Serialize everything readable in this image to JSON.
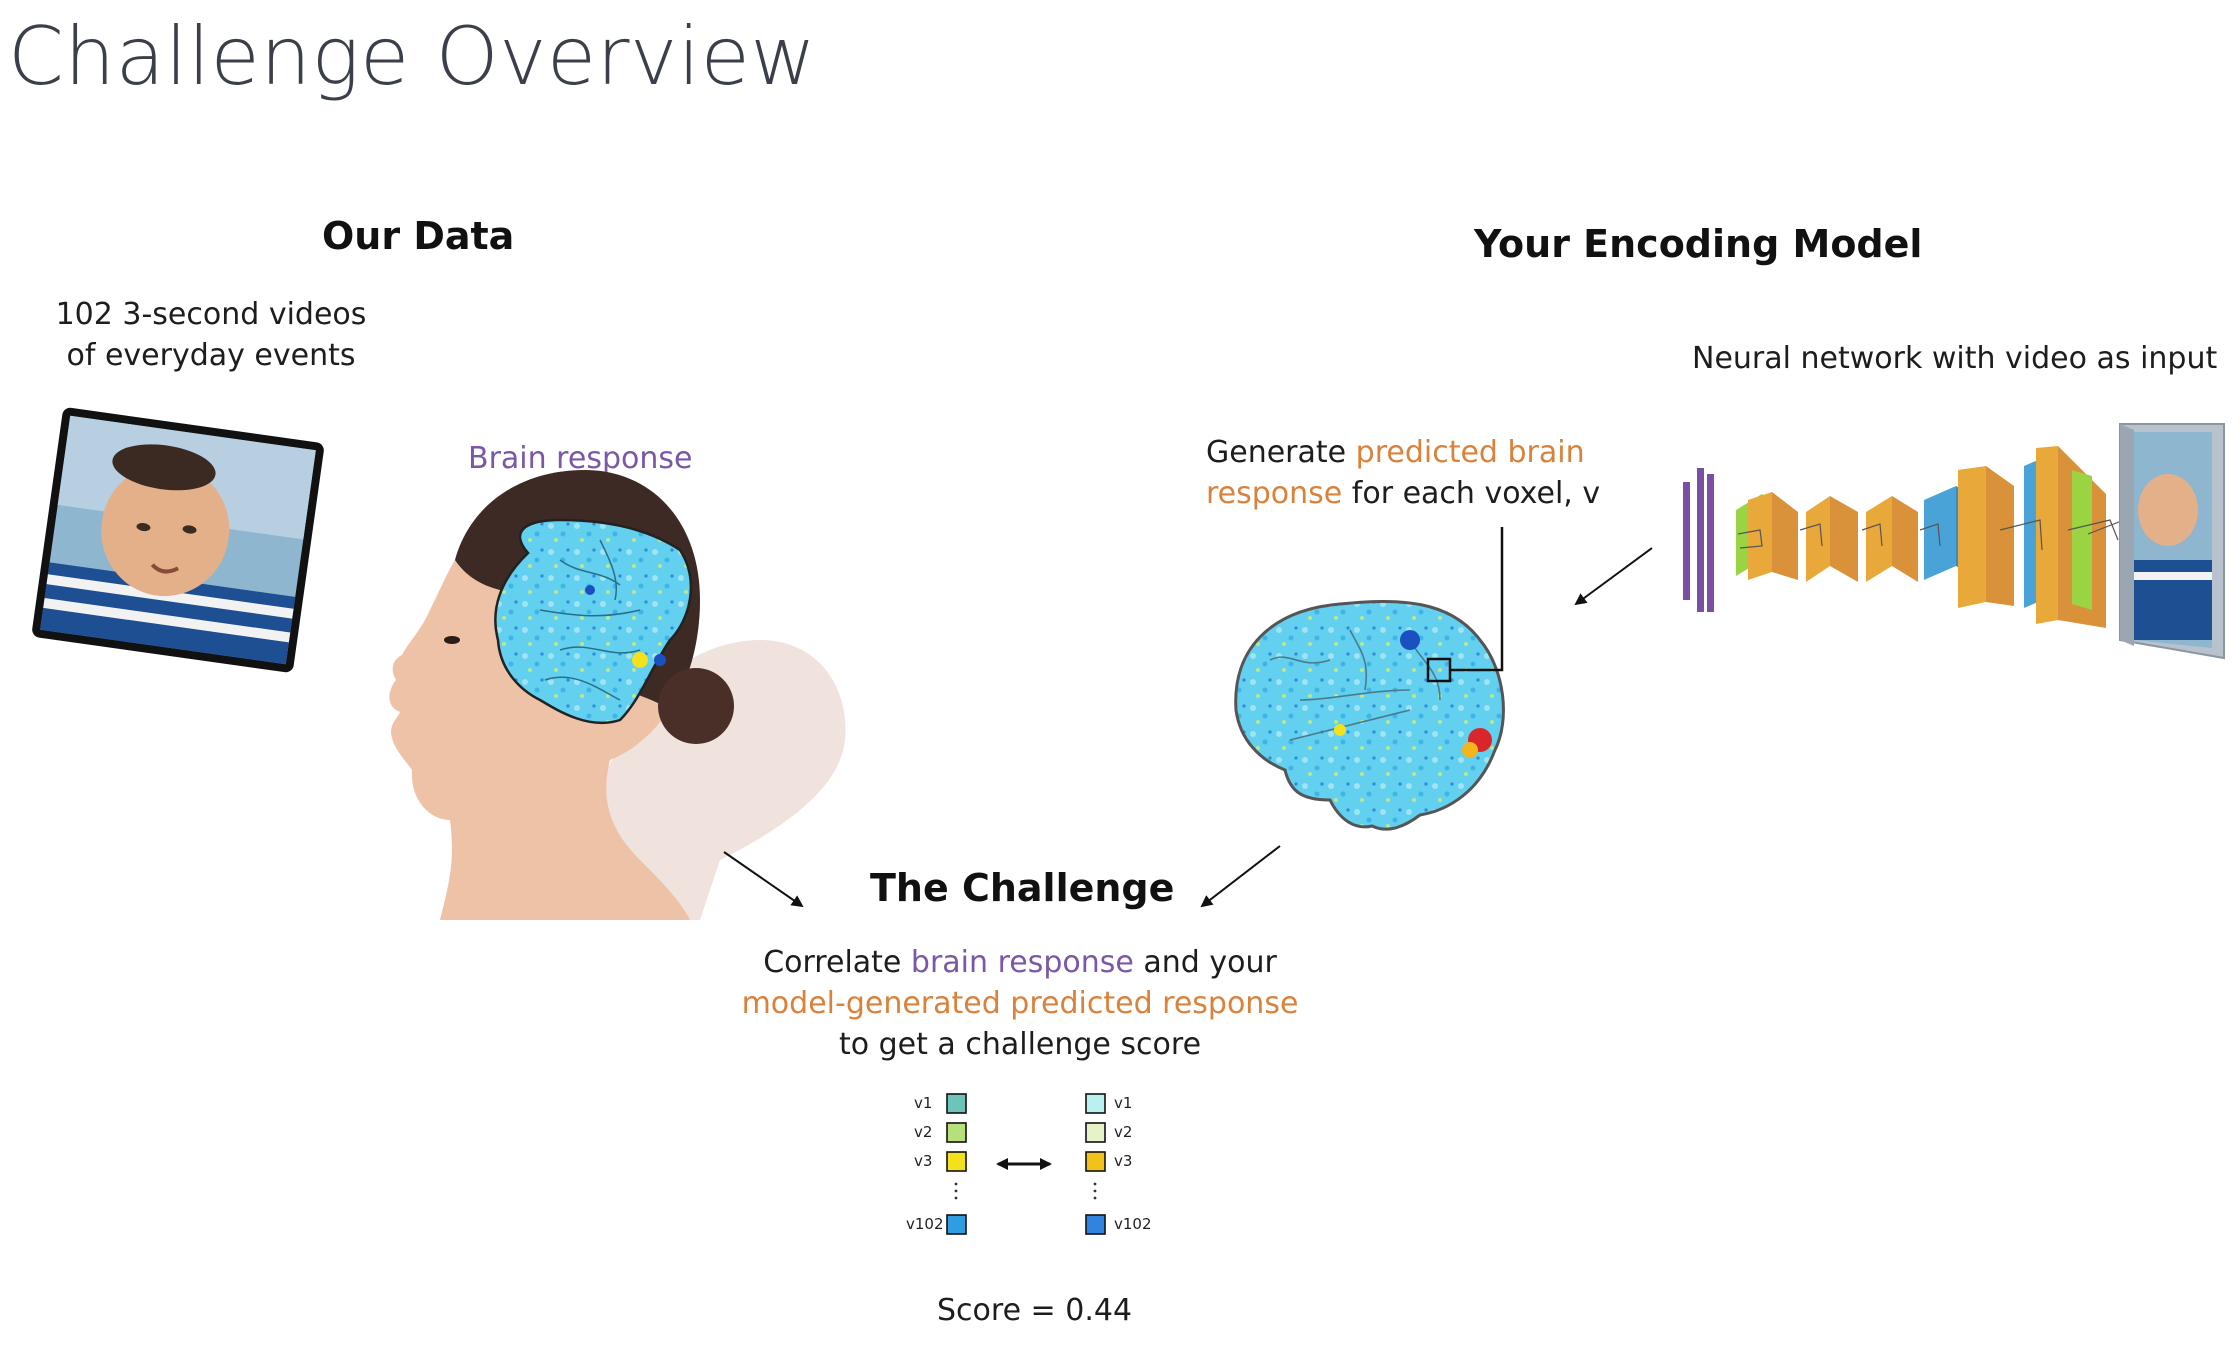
{
  "page": {
    "title": "Challenge Overview"
  },
  "our_data": {
    "heading": "Our Data",
    "videos_line1": "102 3-second videos",
    "videos_line2": "of everyday events",
    "brain_label": "Brain response"
  },
  "encoding": {
    "heading": "Your Encoding Model",
    "network_label": "Neural network with video as input",
    "generate_prefix": "Generate ",
    "generate_highlight_1": "predicted brain",
    "generate_highlight_2": "response",
    "generate_suffix": " for each voxel, v"
  },
  "challenge": {
    "heading": "The Challenge",
    "line1_prefix": "Correlate ",
    "line1_highlight": "brain response",
    "line1_suffix": " and your",
    "line2_highlight": "model-generated predicted response",
    "line3": "to get a challenge score",
    "score": "Score = 0.44",
    "left_voxels": [
      "v1",
      "v2",
      "v3",
      "v102"
    ],
    "right_voxels": [
      "v1",
      "v2",
      "v3",
      "v102"
    ]
  },
  "colors": {
    "purple": "#7b57a8",
    "orange": "#d9823c",
    "left_voxel_colors": [
      "#6cc5b8",
      "#b8e07a",
      "#f3e11c",
      "#2f9ee0"
    ],
    "right_voxel_colors": [
      "#b9f0f0",
      "#e6f3c8",
      "#f0c21a",
      "#2f84e0"
    ],
    "brain_fill": "#5fd0ef",
    "cnn_orange": "#e8a83a",
    "cnn_green": "#9ad442",
    "cnn_blue": "#4aa3d6",
    "cnn_purple": "#7a4fa3"
  }
}
